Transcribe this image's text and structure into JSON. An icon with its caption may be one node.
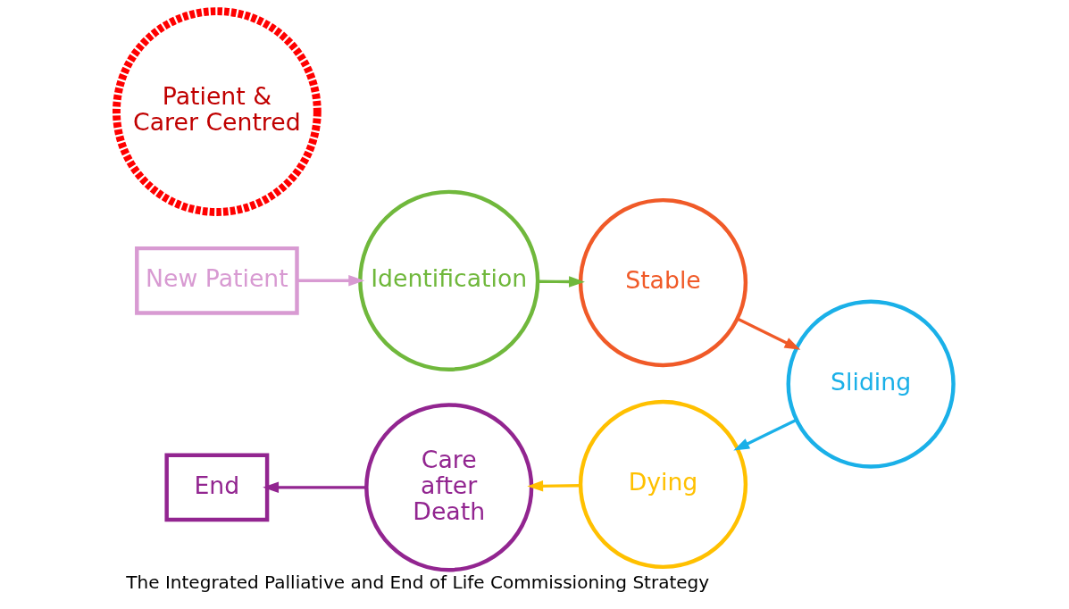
{
  "diagram": {
    "caption": "The Integrated Palliative and End of Life Commissioning Strategy",
    "nodes": [
      {
        "text": [
          "New Patient"
        ]
      },
      {
        "text": [
          "Identification"
        ]
      },
      {
        "text": [
          "Stable"
        ]
      },
      {
        "text": [
          "Sliding"
        ]
      },
      {
        "text": [
          "Dying"
        ]
      },
      {
        "text": [
          "Care after Death"
        ]
      },
      {
        "text": [
          "End"
        ]
      },
      {
        "text": [
          "Patient & Carer Centred"
        ]
      }
    ],
    "edges": [
      {
        "from": 0,
        "to": 1,
        "arrow": "to",
        "color": "#d89ad2"
      },
      {
        "from": 1,
        "to": 2,
        "arrow": "to",
        "color": "#70b83c"
      },
      {
        "from": 2,
        "to": 3,
        "arrow": "to",
        "color": "#f05a28"
      },
      {
        "from": 3,
        "to": 4,
        "arrow": "to",
        "color": "#1ab0e8"
      },
      {
        "from": 4,
        "to": 5,
        "arrow": "to",
        "color": "#ffc000"
      },
      {
        "from": 5,
        "to": 6,
        "arrow": "to",
        "color": "#922590"
      }
    ]
  }
}
